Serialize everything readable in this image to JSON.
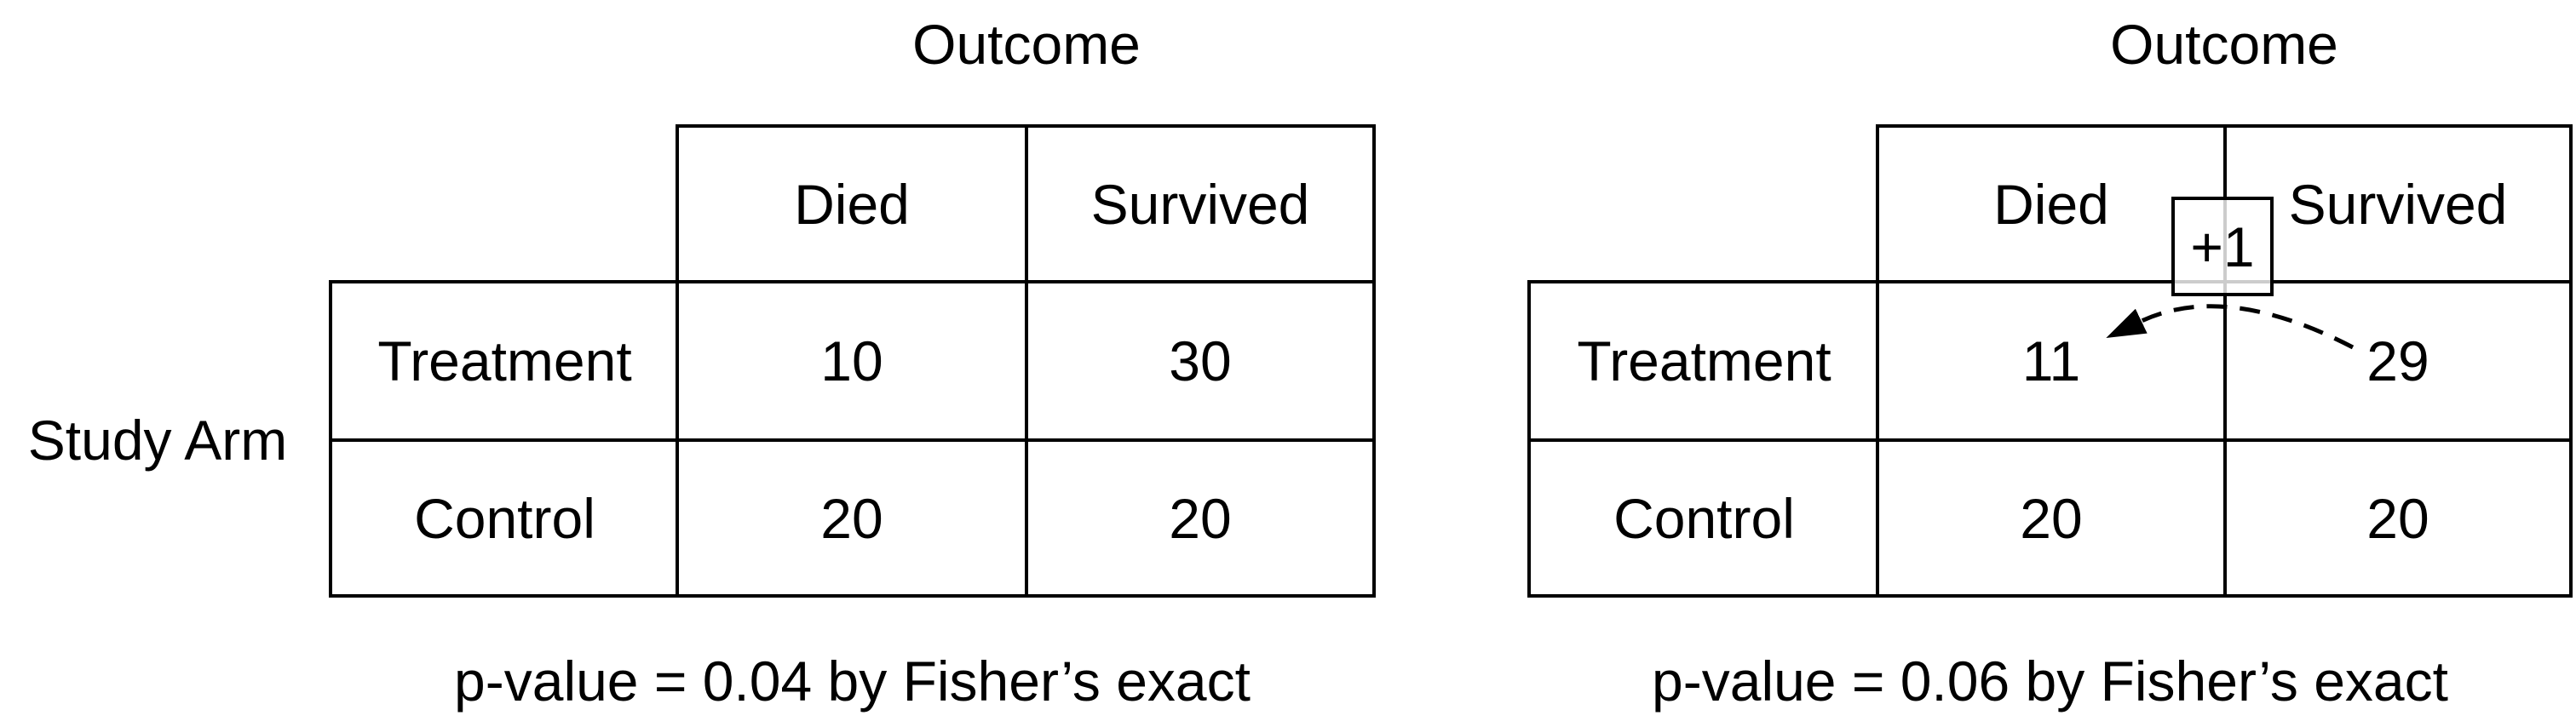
{
  "page": {
    "background_color": "#ffffff",
    "ink_color": "#000000"
  },
  "figure": {
    "tables": [
      {
        "column_axis_title": "Outcome",
        "row_axis_title": "Study Arm",
        "column_headers": [
          "Died",
          "Survived"
        ],
        "rows": [
          {
            "label": "Treatment",
            "values": [
              "10",
              "30"
            ]
          },
          {
            "label": "Control",
            "values": [
              "20",
              "20"
            ]
          }
        ],
        "caption": "p-value = 0.04 by Fisher’s exact"
      },
      {
        "column_axis_title": "Outcome",
        "column_headers": [
          "Died",
          "Survived"
        ],
        "rows": [
          {
            "label": "Treatment",
            "values": [
              "11",
              "29"
            ]
          },
          {
            "label": "Control",
            "values": [
              "20",
              "20"
            ]
          }
        ],
        "caption": "p-value = 0.06 by Fisher’s exact",
        "annotation": {
          "badge_label": "+1",
          "arrow_style": "dashed",
          "arrow_from": "Survived",
          "arrow_to": "Died"
        }
      }
    ]
  }
}
